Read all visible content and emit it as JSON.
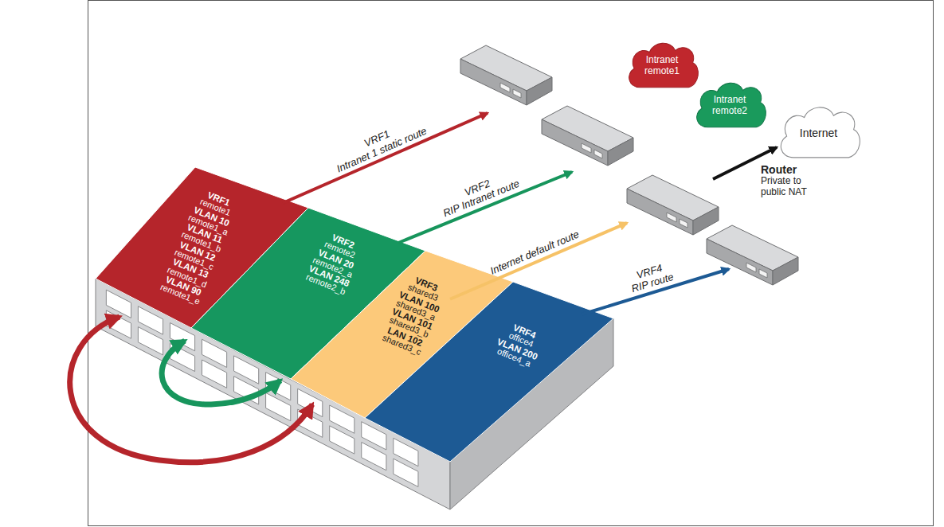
{
  "diagram": {
    "nodes": [
      {
        "text": [
          "VRF1",
          "remote1",
          "VLAN 10",
          "remote1_a",
          "VLAN 11",
          "remote1_b",
          "VLAN 12",
          "remote1_c",
          "VLAN 13",
          "remote1_d",
          "VLAN 90",
          "remote1_e"
        ]
      },
      {
        "text": [
          "VRF2",
          "remote2",
          "VLAN 20",
          "remote2_a",
          "VLAN 248",
          "remote2_b"
        ]
      },
      {
        "text": [
          "VRF3",
          "shared3",
          "VLAN 100",
          "shared3_a",
          "VLAN 101",
          "shared3_b",
          "LAN 102",
          "shared3_c"
        ]
      },
      {
        "text": [
          "VRF4",
          "office4",
          "VLAN 200",
          "office4_a"
        ]
      },
      {
        "text": [
          "Intranet remote1"
        ]
      },
      {
        "text": [
          "Intranet remote2"
        ]
      },
      {
        "text": [
          "Internet"
        ]
      },
      {
        "text": [
          "Router",
          "Private to public NAT"
        ]
      }
    ],
    "edges": [
      {
        "from": 2,
        "to": 7,
        "label": "Internet default route",
        "arrow": "to"
      },
      {
        "from": 7,
        "to": 6,
        "arrow": "to"
      }
    ],
    "labels": [
      "VRF1",
      "Intranet 1 static route",
      "VRF2",
      "RIP Intranet route",
      "VRF4",
      "RIP route"
    ]
  }
}
